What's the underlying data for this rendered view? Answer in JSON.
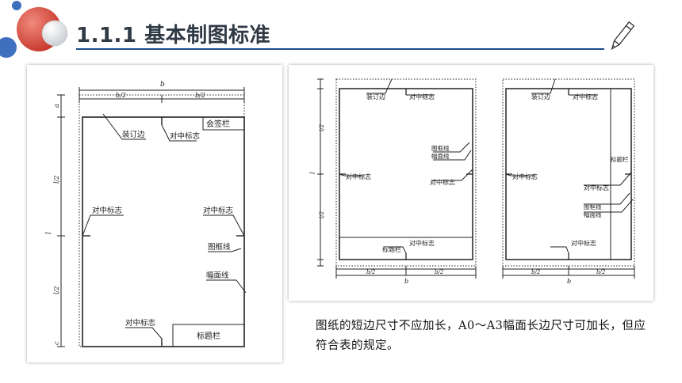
{
  "page": {
    "title": "1.1.1 基本制图标准"
  },
  "colors": {
    "accent": "#1e4e8c",
    "deco_red": "#d94a3d",
    "deco_blue": "#3f6fbf"
  },
  "icons": {
    "pencil": "pencil-icon"
  },
  "left_figure": {
    "dim_b": "b",
    "dim_b_half_left": "b/2",
    "dim_b_half_right": "b/2",
    "dim_a": "a",
    "dim_l": "l",
    "dim_l_half_top": "l/2",
    "dim_l_half_bottom": "l/2",
    "dim_c": "c",
    "sign_box": "会签栏",
    "binding_edge": "装订边",
    "center_mark_top": "对中标志",
    "center_mark_left": "对中标志",
    "center_mark_right": "对中标志",
    "border_line": "图框线",
    "sheet_line": "幅面线",
    "center_mark_bottom": "对中标志",
    "title_block": "标题栏"
  },
  "right_figure": {
    "a": {
      "binding_edge": "装订边",
      "center_mark_top": "对中标志",
      "border_line": "图框线",
      "sheet_line": "幅面线",
      "center_mark_right": "对中标志",
      "center_mark_left": "对中标志",
      "title_block": "标题栏",
      "center_mark_bottom": "对中标志",
      "dim_l": "l",
      "dim_l_half_top": "l/2",
      "dim_l_half_bottom": "l/2",
      "dim_b_half_left": "b/2",
      "dim_b_half_right": "b/2",
      "dim_b": "b"
    },
    "b": {
      "binding_edge": "装订边",
      "center_mark_top": "对中标志",
      "title_block": "标题栏",
      "center_mark_left": "对中标志",
      "center_mark_right": "对中标志",
      "border_line": "图框线",
      "sheet_line": "幅面线",
      "center_mark_bottom": "对中标志",
      "dim_b_half_left": "b/2",
      "dim_b_half_right": "b/2",
      "dim_b": "b"
    }
  },
  "caption": "图纸的短边尺寸不应加长，A0～A3幅面长边尺寸可加长，但应符合表的规定。"
}
